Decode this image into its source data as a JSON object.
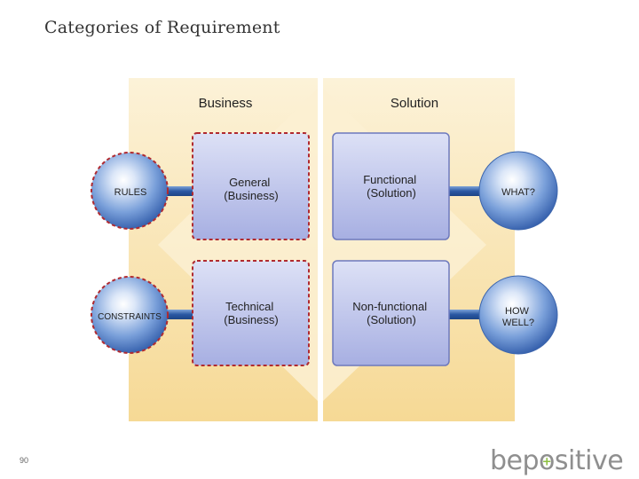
{
  "slide": {
    "title": "Categories of Requirement",
    "page_number": "90"
  },
  "logo": {
    "text_before": "bep",
    "o_letter": "o",
    "plus": "+",
    "text_after": "sitive",
    "accent_color": "#8cbf3f",
    "text_color": "#8f8f8f"
  },
  "diagram": {
    "columns": {
      "left": "Business",
      "right": "Solution"
    },
    "boxes": {
      "general": [
        "General",
        "(Business)"
      ],
      "technical": [
        "Technical",
        "(Business)"
      ],
      "functional": [
        "Functional",
        "(Solution)"
      ],
      "nonfunctional": [
        "Non-functional",
        "(Solution)"
      ]
    },
    "spheres": {
      "rules": [
        "RULES"
      ],
      "constraints": [
        "CONSTRAINTS"
      ],
      "what": [
        "WHAT?"
      ],
      "how_well": [
        "HOW",
        "WELL?"
      ]
    },
    "colors": {
      "panel": "#f8e2ae",
      "box": "#b6bde8",
      "dashed_border": "#b02a30",
      "sphere": "#4a74bd",
      "connector": "#2f5da6"
    }
  }
}
